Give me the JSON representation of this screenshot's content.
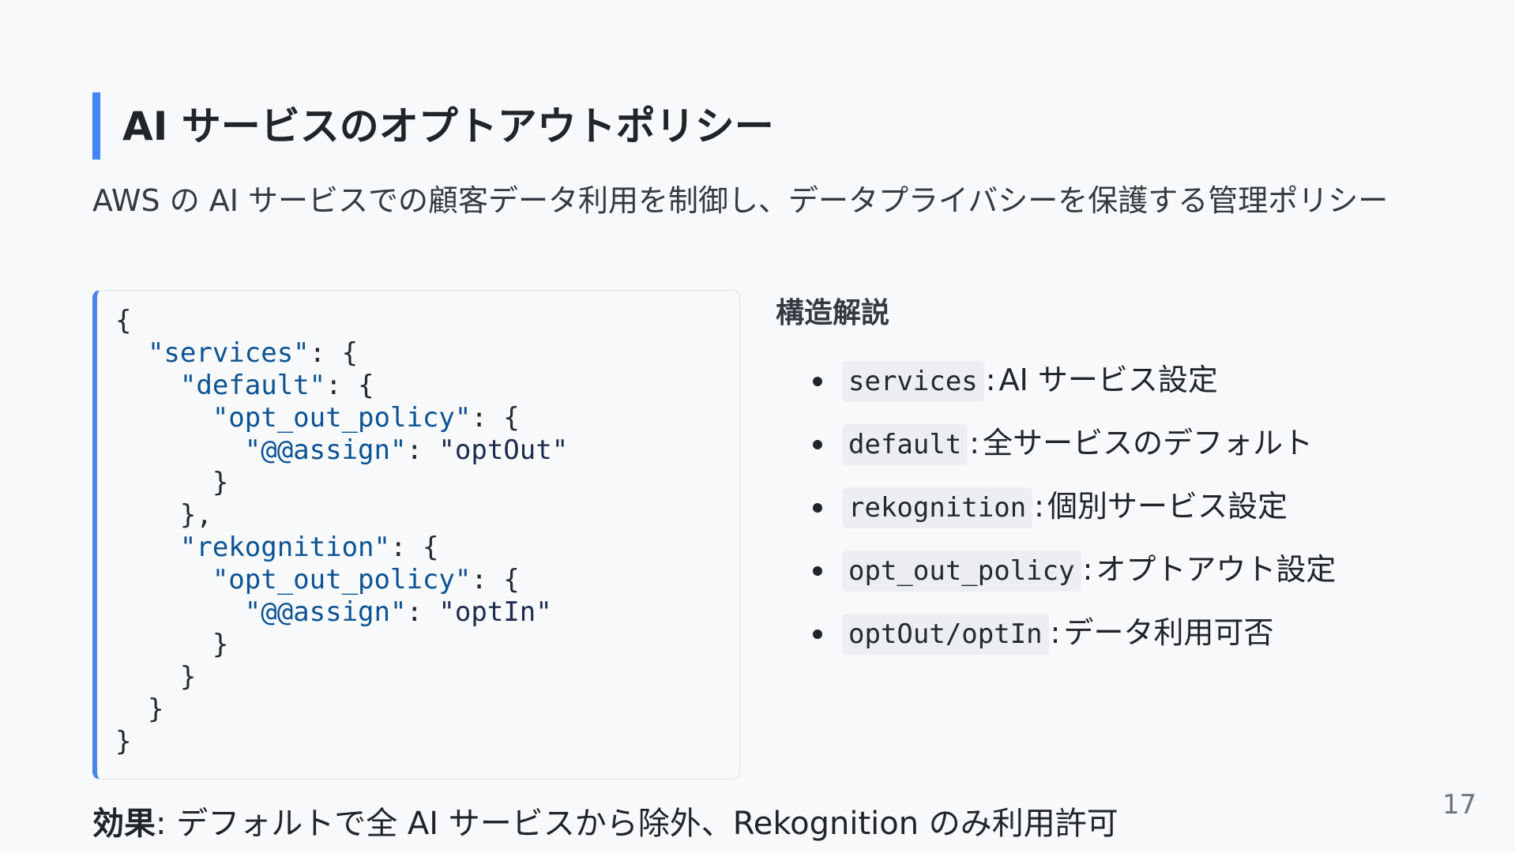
{
  "slide": {
    "title": "AI サービスのオプトアウトポリシー",
    "subtitle": "AWS の AI サービスでの顧客データ利用を制御し、データプライバシーを保護する管理ポリシー",
    "accent_color": "#4285f4",
    "page_number": "17"
  },
  "code": {
    "lines": [
      [
        "{",
        ""
      ],
      [
        "  ",
        "\"services\"",
        ": {"
      ],
      [
        "    ",
        "\"default\"",
        ": {"
      ],
      [
        "      ",
        "\"opt_out_policy\"",
        ": {"
      ],
      [
        "        ",
        "\"@@assign\"",
        ": ",
        "\"optOut\""
      ],
      [
        "      }"
      ],
      [
        "    },"
      ],
      [
        "    ",
        "\"rekognition\"",
        ": {"
      ],
      [
        "      ",
        "\"opt_out_policy\"",
        ": {"
      ],
      [
        "        ",
        "\"@@assign\"",
        ": ",
        "\"optIn\""
      ],
      [
        "      }"
      ],
      [
        "    }"
      ],
      [
        "  }"
      ],
      [
        "}"
      ]
    ]
  },
  "structure": {
    "heading": "構造解説",
    "items": [
      {
        "code": "services",
        "desc": "AI サービス設定"
      },
      {
        "code": "default",
        "desc": "全サービスのデフォルト"
      },
      {
        "code": "rekognition",
        "desc": "個別サービス設定"
      },
      {
        "code": "opt_out_policy",
        "desc": "オプトアウト設定"
      },
      {
        "code": "optOut/optIn",
        "desc": "データ利用可否"
      }
    ]
  },
  "effect": {
    "label": "効果",
    "text": "デフォルトで全 AI サービスから除外、Rekognition のみ利用許可"
  }
}
